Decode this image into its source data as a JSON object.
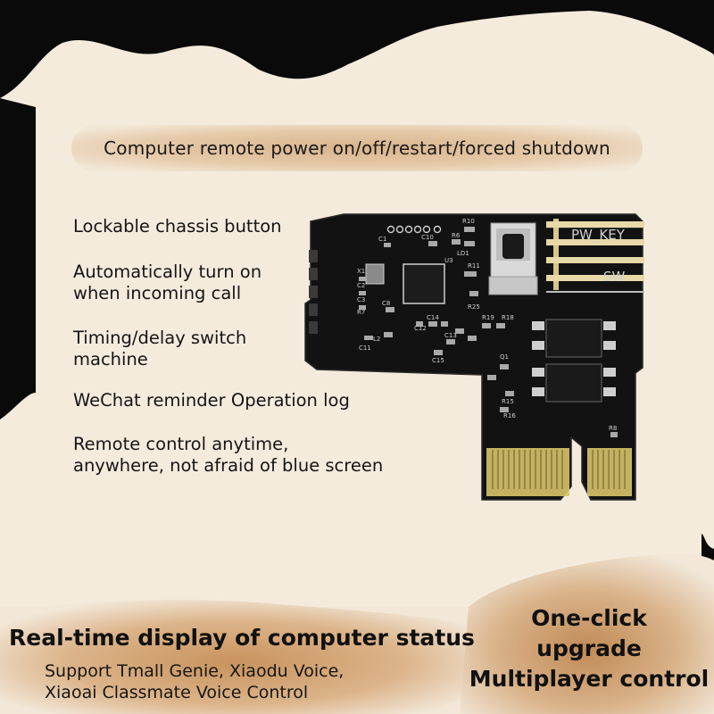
{
  "colors": {
    "cream": "#f4ebdd",
    "gold": "#d2a679",
    "pcb": "#121212",
    "gold_finger": "#d8c46a",
    "text": "#151515"
  },
  "header_pill": "Computer remote power on/off/restart/forced shutdown",
  "features": [
    {
      "lines": [
        "Lockable chassis button"
      ]
    },
    {
      "lines": [
        "Automatically turn on",
        "when incoming call"
      ]
    },
    {
      "lines": [
        "Timing/delay switch",
        "machine"
      ]
    },
    {
      "lines": [
        "WeChat reminder Operation log"
      ]
    },
    {
      "lines": [
        "Remote control anytime,",
        "anywhere, not afraid of blue screen"
      ]
    }
  ],
  "pcb_labels": {
    "header1": "PW_KEY",
    "header2": "SW",
    "components": [
      "R10",
      "R6",
      "LD1",
      "C1",
      "C10",
      "U3",
      "R11",
      "X1",
      "C2",
      "C3",
      "C8",
      "R7",
      "R25",
      "C14",
      "C12",
      "R19",
      "R18",
      "L2",
      "C11",
      "C13",
      "C15",
      "Q1",
      "R15",
      "R16",
      "R8"
    ]
  },
  "bottom": {
    "title": "Real-time display of computer status",
    "subtitle_lines": [
      "Support Tmall Genie, Xiaodu Voice,",
      "Xiaoai Classmate Voice Control"
    ],
    "right_lines": [
      "One-click",
      "upgrade",
      "Multiplayer control"
    ]
  }
}
